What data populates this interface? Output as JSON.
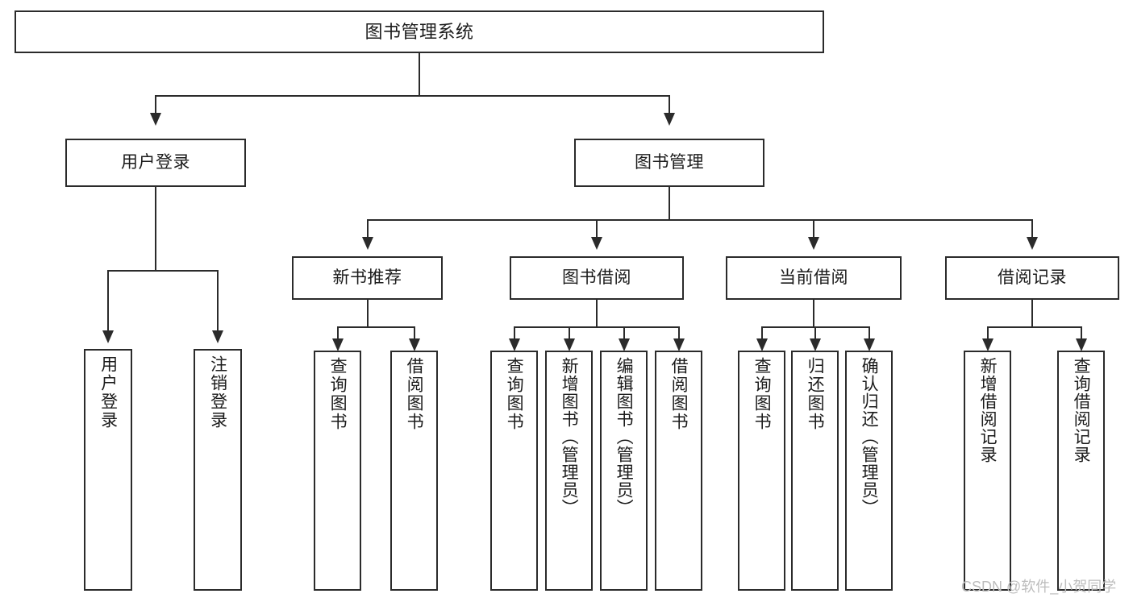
{
  "diagram": {
    "title": "图书管理系统",
    "type": "tree",
    "watermark": "CSDN @软件_小贺同学",
    "colors": {
      "stroke": "#2b2b2b",
      "box_fill": "#ffffff",
      "text": "#1b1b1b",
      "background": "#ffffff",
      "watermark": "#bdbdbd"
    },
    "root": {
      "label": "图书管理系统"
    },
    "level2": [
      {
        "key": "user-login",
        "label": "用户登录"
      },
      {
        "key": "book-manage",
        "label": "图书管理"
      }
    ],
    "level3": [
      {
        "key": "new-book-recommend",
        "label": "新书推荐",
        "parent": "book-manage"
      },
      {
        "key": "book-borrow",
        "label": "图书借阅",
        "parent": "book-manage"
      },
      {
        "key": "current-borrow",
        "label": "当前借阅",
        "parent": "book-manage"
      },
      {
        "key": "borrow-record",
        "label": "借阅记录",
        "parent": "book-manage"
      }
    ],
    "leaves": {
      "user-login": [
        {
          "key": "login",
          "label": "用户登录"
        },
        {
          "key": "logout",
          "label": "注销登录"
        }
      ],
      "new-book-recommend": [
        {
          "key": "query-book-1",
          "label": "查询图书"
        },
        {
          "key": "borrow-book-1",
          "label": "借阅图书"
        }
      ],
      "book-borrow": [
        {
          "key": "query-book-2",
          "label": "查询图书"
        },
        {
          "key": "add-book",
          "label": "新增图书（管理员）"
        },
        {
          "key": "edit-book",
          "label": "编辑图书（管理员）"
        },
        {
          "key": "borrow-book-2",
          "label": "借阅图书"
        }
      ],
      "current-borrow": [
        {
          "key": "query-book-3",
          "label": "查询图书"
        },
        {
          "key": "return-book",
          "label": "归还图书"
        },
        {
          "key": "confirm-return",
          "label": "确认归还（管理员）"
        }
      ],
      "borrow-record": [
        {
          "key": "add-borrow-record",
          "label": "新增借阅记录"
        },
        {
          "key": "query-borrow-record",
          "label": "查询借阅记录"
        }
      ]
    }
  }
}
